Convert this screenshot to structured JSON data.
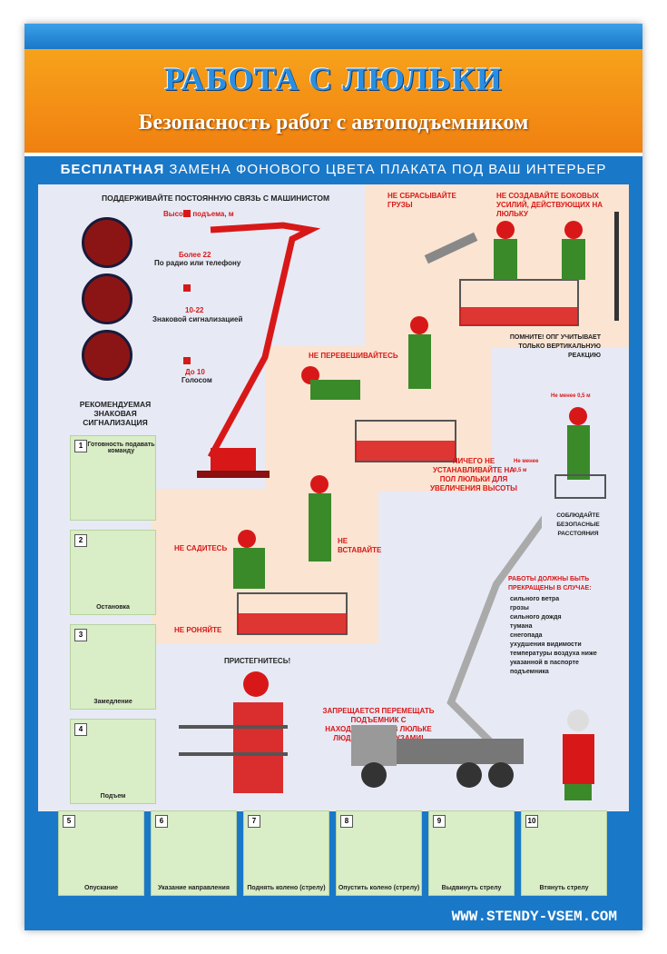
{
  "title": "РАБОТА С ЛЮЛЬКИ",
  "subtitle": "Безопасность работ с автоподъемником",
  "strip": {
    "bold": "БЕСПЛАТНАЯ",
    "rest": "ЗАМЕНА ФОНОВОГО ЦВЕТА ПЛАКАТА ПОД ВАШ ИНТЕРЬЕР"
  },
  "communication": {
    "heading": "ПОДДЕРЖИВАЙТЕ ПОСТОЯННУЮ СВЯЗЬ С МАШИНИСТОМ",
    "height_label": "Высота подъема, м",
    "over22": "Более 22",
    "over22_desc": "По радио или телефону",
    "r10_22": "10-22",
    "r10_22_desc": "Знаковой сигнализацией",
    "under10": "До 10",
    "under10_desc": "Голосом"
  },
  "warnings": {
    "no_drop": "НЕ СБРАСЫВАЙТЕ ГРУЗЫ",
    "no_side": "НЕ СОЗДАВАЙТЕ БОКОВЫХ УСИЛИЙ, ДЕЙСТВУЮЩИХ НА ЛЮЛЬКУ",
    "remember": "ПОМНИТЕ! ОПГ УЧИТЫВАЕТ ТОЛЬКО ВЕРТИКАЛЬНУЮ РЕАКЦИЮ",
    "no_lean": "НЕ ПЕРЕВЕШИВАЙТЕСЬ",
    "no_floor": "НИЧЕГО НЕ УСТАНАВЛИВАЙТЕ НА ПОЛ ЛЮЛЬКИ ДЛЯ УВЕЛИЧЕНИЯ ВЫСОТЫ",
    "no_sit": "НЕ САДИТЕСЬ",
    "no_stand": "НЕ ВСТАВАЙТЕ",
    "no_drop2": "НЕ РОНЯЙТЕ",
    "fasten": "ПРИСТЕГНИТЕСЬ!",
    "no_move": "ЗАПРЕЩАЕТСЯ ПЕРЕМЕЩАТЬ ПОДЪЕМНИК С НАХОДЯЩИМИСЯ В ЛЮЛЬКЕ ЛЮДЬМИ ИЛИ ГРУЗАМИ!",
    "min05": "Не менее 0,5 м",
    "min05b": "Не менее 0,5 м",
    "keep_distance": "СОБЛЮДАЙТЕ БЕЗОПАСНЫЕ РАССТОЯНИЯ"
  },
  "stop_conditions": {
    "heading": "РАБОТЫ ДОЛЖНЫ БЫТЬ ПРЕКРАЩЕНЫ В СЛУЧАЕ:",
    "items": [
      "сильного ветра",
      "грозы",
      "сильного дождя",
      "тумана",
      "снегопада",
      "ухудшения видимости",
      "температуры воздуха ниже указанной в паспорте подъемника"
    ]
  },
  "signals_heading": "РЕКОМЕНДУЕМАЯ ЗНАКОВАЯ СИГНАЛИЗАЦИЯ",
  "signals": [
    {
      "num": "1",
      "label": "Готовность подавать команду"
    },
    {
      "num": "2",
      "label": "Остановка"
    },
    {
      "num": "3",
      "label": "Замедление"
    },
    {
      "num": "4",
      "label": "Подъем"
    },
    {
      "num": "5",
      "label": "Опускание"
    },
    {
      "num": "6",
      "label": "Указание направления"
    },
    {
      "num": "7",
      "label": "Поднять колено (стрелу)"
    },
    {
      "num": "8",
      "label": "Опустить колено (стрелу)"
    },
    {
      "num": "9",
      "label": "Выдвинуть стрелу"
    },
    {
      "num": "10",
      "label": "Втянуть стрелу"
    }
  ],
  "website": "WWW.STENDY-VSEM.COM",
  "colors": {
    "blue": "#1a78c8",
    "orange": "#f08010",
    "red": "#d81818",
    "green": "#3a8a2a"
  }
}
